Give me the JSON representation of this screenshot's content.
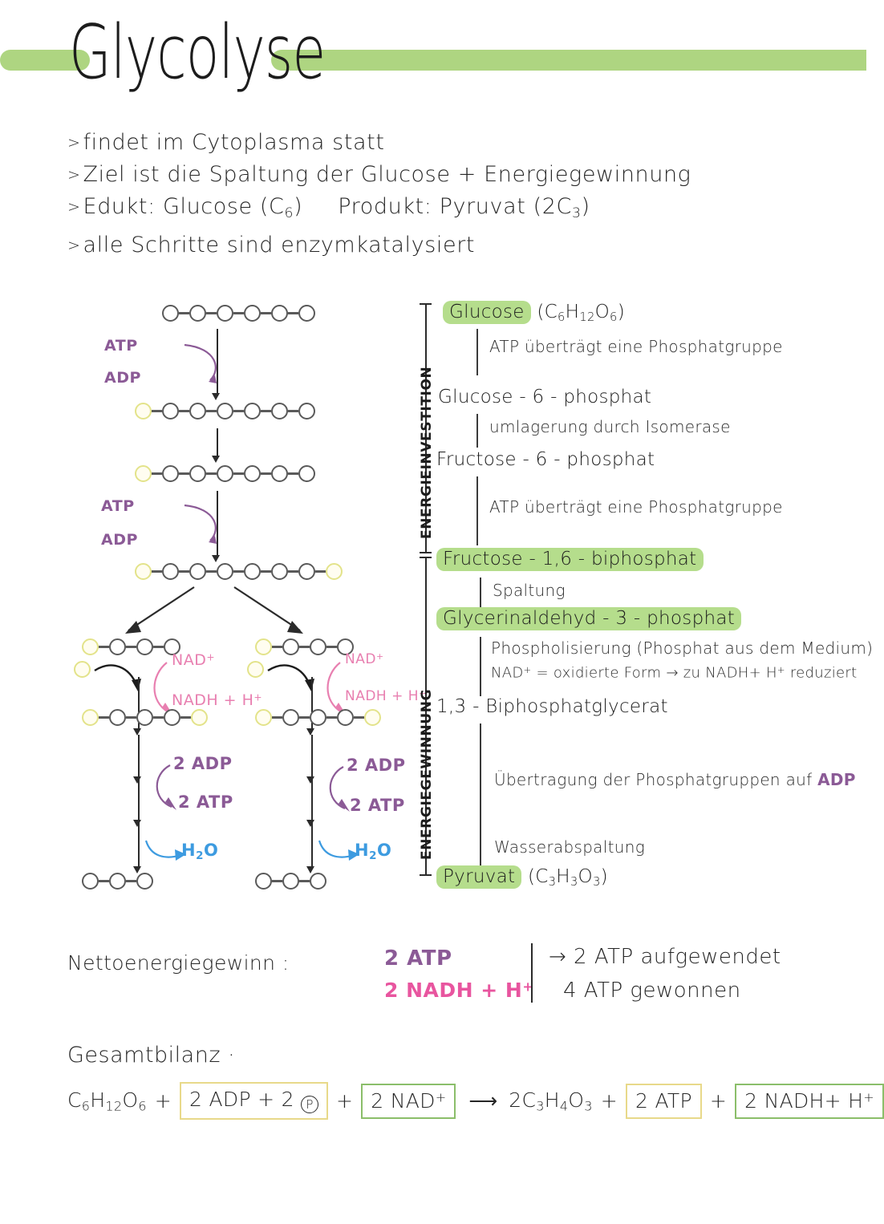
{
  "header": {
    "title": "Glycolyse",
    "band_color": "#aed581"
  },
  "bullets": [
    {
      "marker": ">",
      "text": "findet im Cytoplasma statt"
    },
    {
      "marker": ">",
      "text": "Ziel ist die Spaltung  der Glucose + Energiegewinnung"
    },
    {
      "marker": ">",
      "text_a": "Edukt: Glucose (C",
      "sub_a": "6",
      "text_b": ")",
      "text_c": "Produkt: Pyruvat  (2C",
      "sub_c": "3",
      "text_d": ")"
    },
    {
      "marker": ">",
      "text": "alle Schritte sind enzymkatalysiert"
    }
  ],
  "diagram": {
    "phosphate_color": "#e3e38a",
    "node_color": "#5a5a5a",
    "atp_color": "#8b5a96",
    "nad_color": "#e87fb0",
    "h2o_color": "#3d9be0",
    "labels": {
      "atp1": "ATP",
      "adp1": "ADP",
      "atp2": "ATP",
      "adp2": "ADP",
      "nad_left": "NAD",
      "nad_left_sup": "+",
      "nadh_left": "NADH + H",
      "nadh_left_sup": "+",
      "nad_right": "NAD",
      "nad_right_sup": "+",
      "nadh_right": "NADH + H",
      "nadh_right_sup": "+",
      "adp_left": "2 ADP",
      "atp_left": "2 ATP",
      "adp_right": "2 ADP",
      "atp_right": "2 ATP",
      "h2o_left": "H",
      "h2o_left_sub": "2",
      "h2o_left_end": "O",
      "h2o_right": "H",
      "h2o_right_sub": "2",
      "h2o_right_end": "O"
    },
    "chains": {
      "glucose": {
        "nodes": 6,
        "phos_left": false,
        "phos_right": false
      },
      "g6p": {
        "nodes": 6,
        "phos_left": true,
        "phos_right": false
      },
      "f6p": {
        "nodes": 6,
        "phos_left": true,
        "phos_right": false
      },
      "f16bp": {
        "nodes": 6,
        "phos_left": true,
        "phos_right": true
      },
      "gap": {
        "nodes": 3,
        "phos_left": true,
        "phos_right": false
      },
      "bpg": {
        "nodes": 3,
        "phos_left": true,
        "phos_right": true
      },
      "pyruvat": {
        "nodes": 3,
        "phos_left": false,
        "phos_right": false
      }
    }
  },
  "pathway": {
    "axis_top_label": "ENERGIEINVESTITION",
    "axis_bottom_label": "ENERGIEGEWINNUNG",
    "stages": [
      {
        "name": "Glucose",
        "highlight": true,
        "formula_pre": " (C",
        "sub1": "6",
        "mid1": "H",
        "sub2": "12",
        "mid2": "O",
        "sub3": "6",
        "close": ")"
      },
      {
        "name": "Glucose - 6 - phosphat",
        "highlight": false
      },
      {
        "name": "Fructose - 6 - phosphat",
        "highlight": false
      },
      {
        "name": "Fructose - 1,6 - biphosphat",
        "highlight": true
      },
      {
        "name": "Glycerinaldehyd - 3 - phosphat",
        "highlight": true
      },
      {
        "name": "1,3 - Biphosphatglycerat",
        "highlight": false
      },
      {
        "name": "Pyruvat",
        "highlight": true,
        "formula_pre": " (C",
        "sub1": "3",
        "mid1": "H",
        "sub2": "3",
        "mid2": "O",
        "sub3": "3",
        "close": ")"
      }
    ],
    "steps": [
      "ATP   überträgt eine  Phosphatgruppe",
      "umlagerung  durch   Isomerase",
      "ATP   überträgt eine  Phosphatgruppe",
      "Spaltung",
      "Phospholisierung (Phosphat  aus  dem Medium)",
      "1,3 - Biphosphatglycerat",
      "Übertragung  der  Phosphatgruppen auf",
      "Wasserabspaltung"
    ],
    "nad_note_a": "NAD",
    "nad_note_sup": "+",
    "nad_note_b": " = oxidierte  Form → zu  NADH+ H",
    "nad_note_sup2": "+",
    "nad_note_c": " reduziert",
    "adp_inline": "ADP"
  },
  "net_energy": {
    "label": "Nettoenergiegewinn :",
    "value_atp": "2 ATP",
    "value_nadh": "2 NADH + H",
    "value_nadh_sup": "+",
    "right_line1": "→ 2  ATP   aufgewendet",
    "right_line2": "4  ATP   gewonnen"
  },
  "total_balance": {
    "title": "Gesamtbilanz ·",
    "educt_formula": {
      "c": "C",
      "c_sub": "6",
      "h": "H",
      "h_sub": "12",
      "o": "O",
      "o_sub": "6"
    },
    "box_adp": "2 ADP +  2",
    "box_adp_circle": "P",
    "box_nad": "2 NAD",
    "box_nad_sup": "+",
    "arrow": "⟶",
    "product_formula": {
      "pre": "2C",
      "c_sub": "3",
      "h": "H",
      "h_sub": "4",
      "o": "O",
      "o_sub": "3"
    },
    "box_atp": "2 ATP",
    "box_nadh": "2 NADH+ H",
    "box_nadh_sup": "+",
    "plus": "+",
    "box_yellow_color": "#e8d98a",
    "box_green_color": "#8bbe6a"
  }
}
